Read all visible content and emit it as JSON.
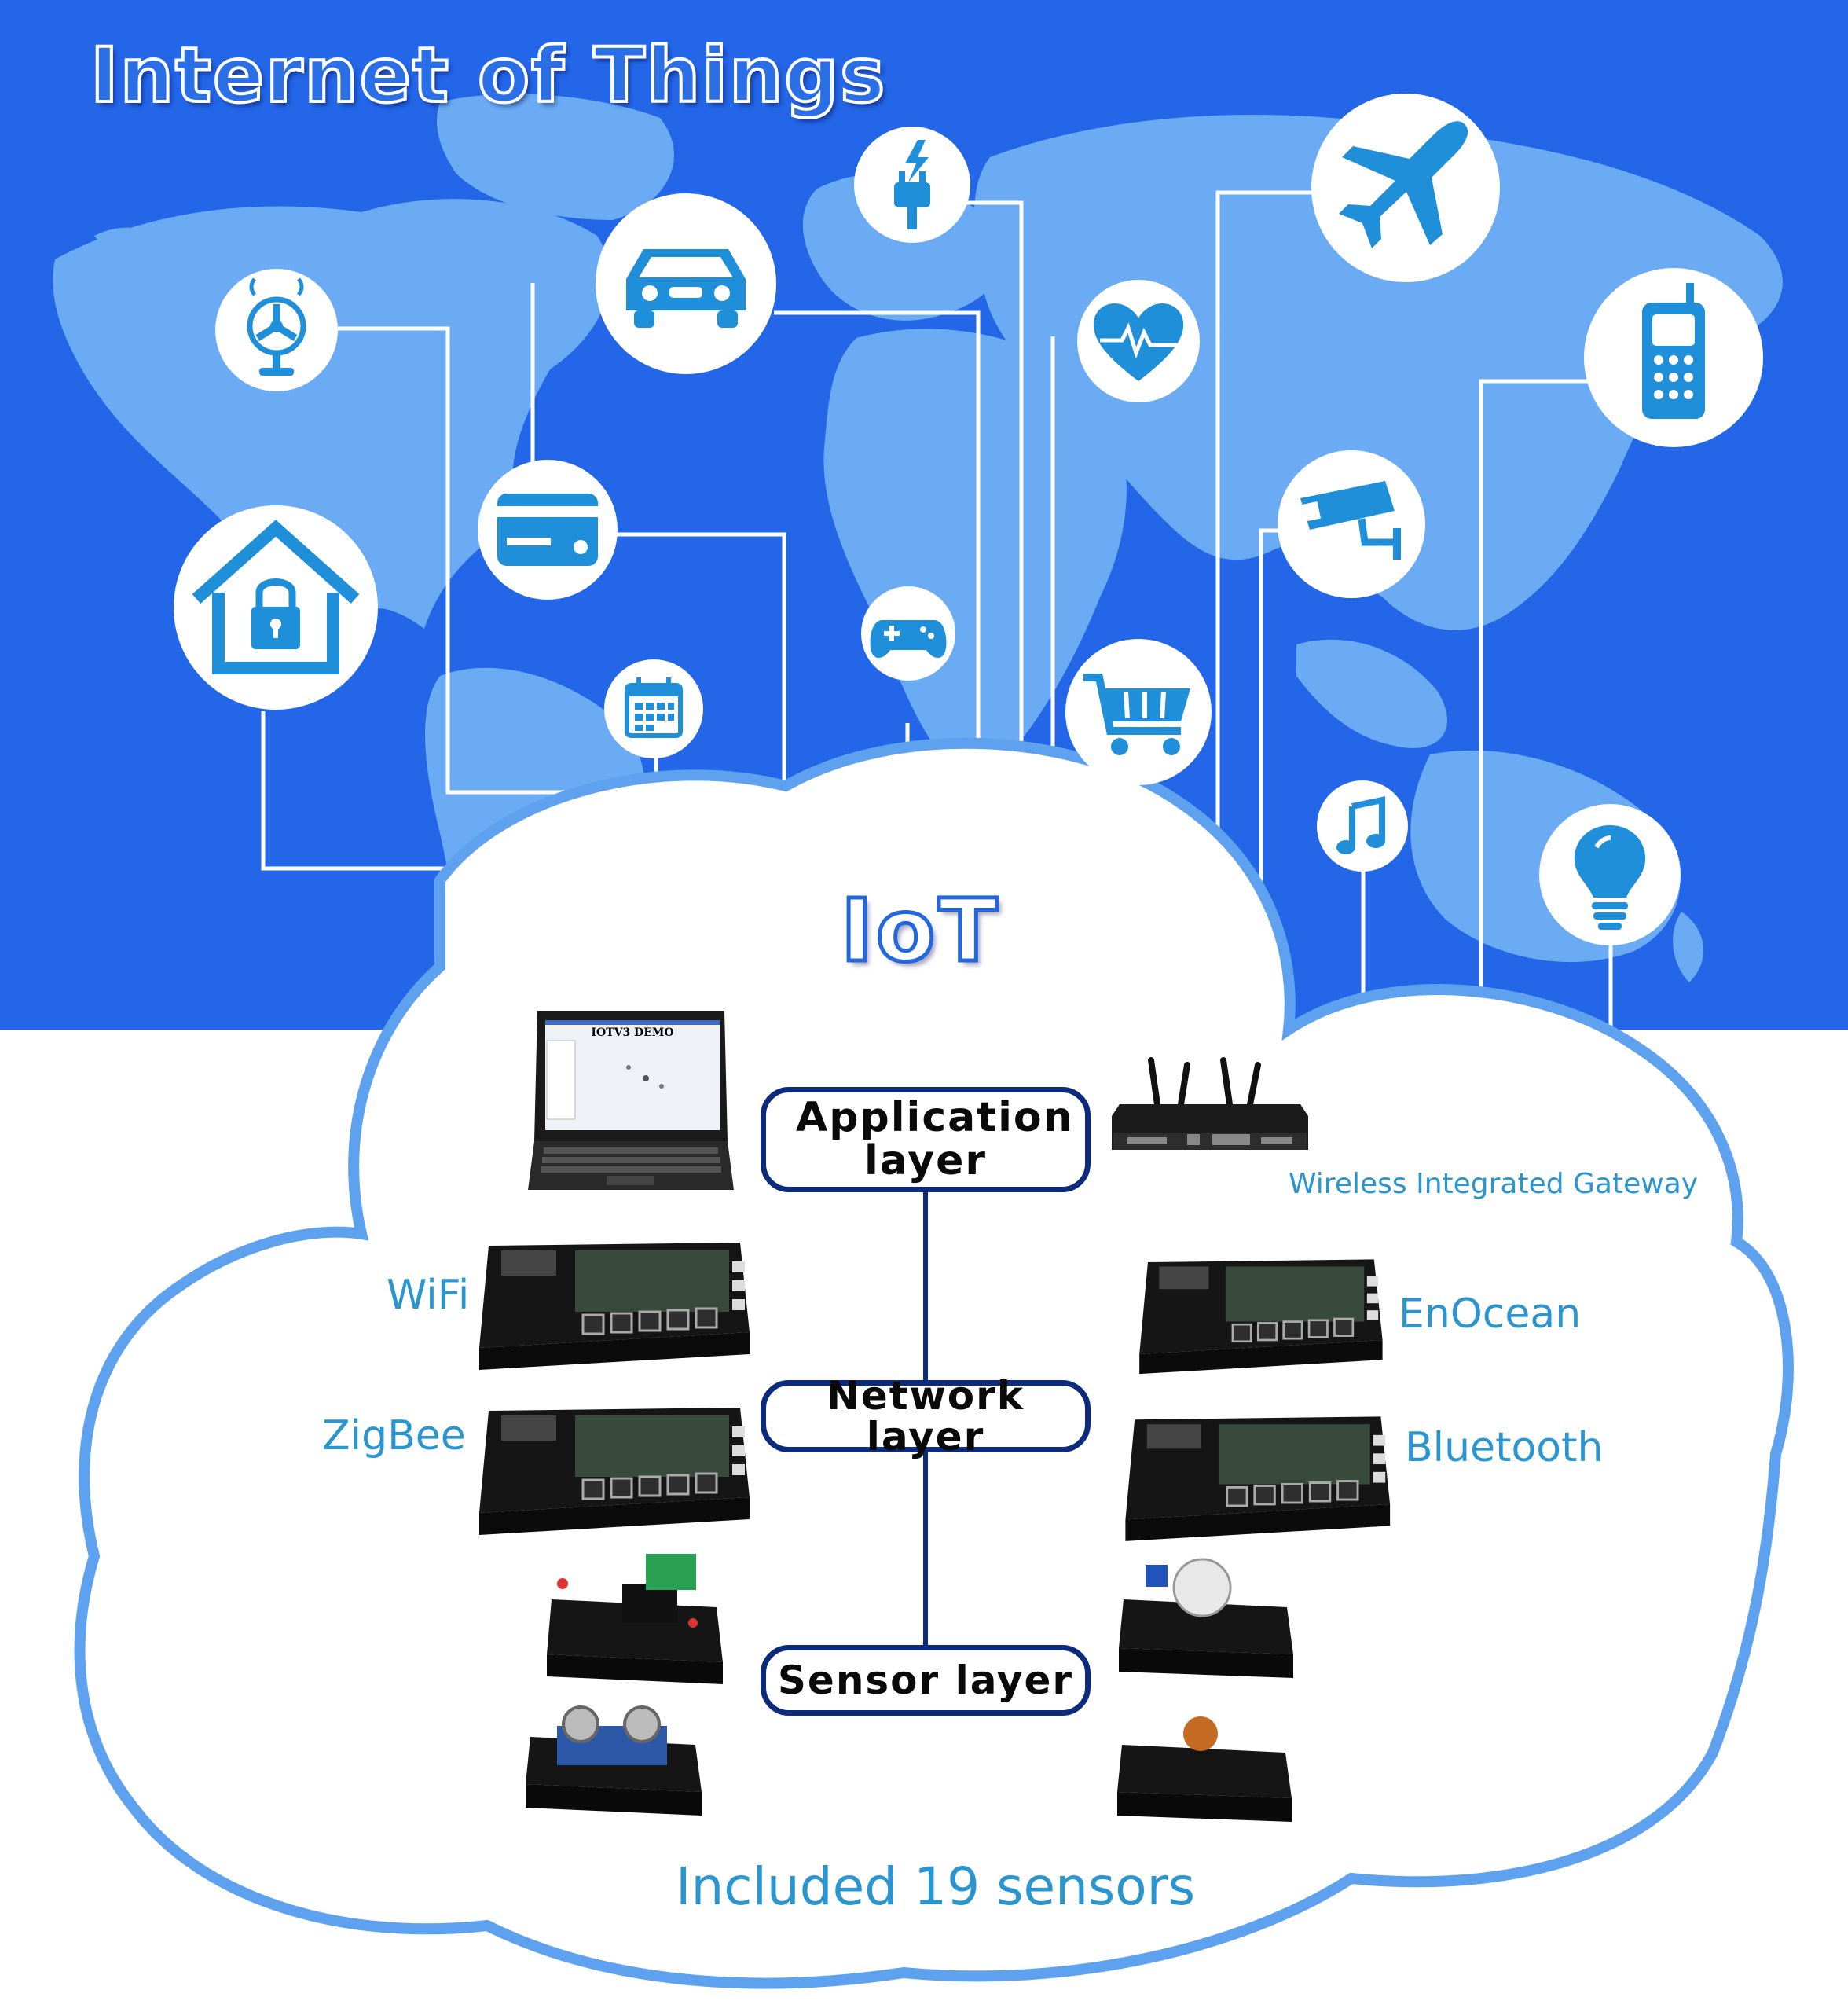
{
  "header": {
    "title": "Internet of Things"
  },
  "cloud": {
    "title": "IoT"
  },
  "layers": [
    {
      "label": "Application layer"
    },
    {
      "label": "Network layer"
    },
    {
      "label": "Sensor layer"
    }
  ],
  "labels": {
    "gateway": "Wireless Integrated Gateway",
    "wifi": "WiFi",
    "zigbee": "ZigBee",
    "enocean": "EnOcean",
    "bluetooth": "Bluetooth",
    "sensors": "Included 19 sensors",
    "laptop_screen": "IOTV3 DEMO"
  },
  "icons": [
    "fan-icon",
    "car-icon",
    "power-plug-icon",
    "airplane-icon",
    "mobile-phone-icon",
    "heartbeat-icon",
    "security-camera-icon",
    "home-lock-icon",
    "credit-card-icon",
    "calendar-icon",
    "game-controller-icon",
    "shopping-cart-icon",
    "music-icon",
    "light-bulb-icon"
  ],
  "colors": {
    "background_blue": "#2366e8",
    "map_blue": "#6aabf4",
    "cloud_outline": "#5ea2ef",
    "icon_blue": "#1e8fd8",
    "layer_border": "#0d2b7c",
    "label_blue": "#2a95cf"
  }
}
